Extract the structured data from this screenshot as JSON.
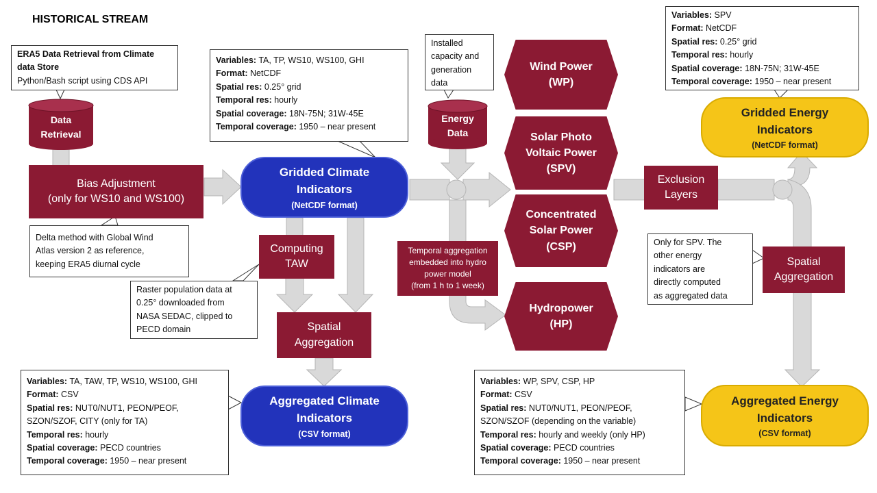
{
  "title": "HISTORICAL STREAM",
  "callouts": {
    "era5": {
      "line1": "ERA5 Data Retrieval from Climate",
      "line2": "data Store",
      "line3": "Python/Bash script using CDS API"
    },
    "gridded_climate": [
      {
        "label": "Variables:",
        "value": " TA, TP, WS10, WS100, GHI"
      },
      {
        "label": "Format:",
        "value": " NetCDF"
      },
      {
        "label": "Spatial res:",
        "value": " 0.25° grid"
      },
      {
        "label": "Temporal res:",
        "value": " hourly"
      },
      {
        "label": "Spatial coverage:",
        "value": " 18N-75N; 31W-45E"
      },
      {
        "label": "Temporal coverage:",
        "value": " 1950 – near present"
      }
    ],
    "installed": [
      "Installed",
      "capacity and",
      "generation",
      "data"
    ],
    "gridded_energy": [
      {
        "label": "Variables:",
        "value": " SPV"
      },
      {
        "label": "Format:",
        "value": " NetCDF"
      },
      {
        "label": "Spatial res:",
        "value": " 0.25° grid"
      },
      {
        "label": "Temporal res:",
        "value": " hourly"
      },
      {
        "label": "Spatial coverage:",
        "value": " 18N-75N; 31W-45E"
      },
      {
        "label": "Temporal coverage:",
        "value": " 1950 – near present"
      }
    ],
    "delta": [
      "Delta method with Global Wind",
      "Atlas version 2 as reference,",
      "keeping ERA5 diurnal cycle"
    ],
    "raster": [
      "Raster population data at",
      "0.25° downloaded from",
      "NASA SEDAC, clipped to",
      "PECD domain"
    ],
    "spv_only": [
      "Only for SPV. The",
      "other energy",
      "indicators are",
      "directly computed",
      "as aggregated data"
    ],
    "aggregated_climate": [
      {
        "label": "Variables:",
        "value": " TA, TAW, TP, WS10, WS100, GHI"
      },
      {
        "label": "Format:",
        "value": " CSV"
      },
      {
        "label": "Spatial res:",
        "value": " NUT0/NUT1, PEON/PEOF,"
      },
      {
        "label": "",
        "value": "SZON/SZOF, CITY (only for TA)"
      },
      {
        "label": "Temporal res:",
        "value": " hourly"
      },
      {
        "label": "Spatial coverage:",
        "value": " PECD countries"
      },
      {
        "label": "Temporal coverage:",
        "value": " 1950 – near present"
      }
    ],
    "aggregated_energy": [
      {
        "label": "Variables:",
        "value": " WP, SPV, CSP, HP"
      },
      {
        "label": "Format:",
        "value": " CSV"
      },
      {
        "label": "Spatial res:",
        "value": " NUT0/NUT1, PEON/PEOF,"
      },
      {
        "label": "",
        "value": "SZON/SZOF (depending on the variable)"
      },
      {
        "label": "Temporal res:",
        "value": " hourly and weekly (only HP)"
      },
      {
        "label": "Spatial coverage:",
        "value": " PECD countries"
      },
      {
        "label": "Temporal coverage:",
        "value": " 1950 – near present"
      }
    ]
  },
  "nodes": {
    "data_retrieval": [
      "Data",
      "Retrieval"
    ],
    "energy_data": [
      "Energy",
      "Data"
    ],
    "bias_adjustment": [
      "Bias Adjustment",
      "(only for WS10 and WS100)"
    ],
    "gridded_climate": {
      "title": [
        "Gridded Climate",
        "Indicators"
      ],
      "format": "(NetCDF format)"
    },
    "computing_taw": [
      "Computing",
      "TAW"
    ],
    "spatial_agg_climate": [
      "Spatial",
      "Aggregation"
    ],
    "aggregated_climate": {
      "title": [
        "Aggregated Climate",
        "Indicators"
      ],
      "format": "(CSV format)"
    },
    "temporal_agg": [
      "Temporal aggregation",
      "embedded into hydro",
      "power model",
      "(from 1 h to 1 week)"
    ],
    "wind_power": [
      "Wind Power",
      "(WP)"
    ],
    "solar_pv": [
      "Solar Photo",
      "Voltaic Power",
      "(SPV)"
    ],
    "csp": [
      "Concentrated",
      "Solar Power",
      "(CSP)"
    ],
    "hydropower": [
      "Hydropower",
      "(HP)"
    ],
    "exclusion": [
      "Exclusion",
      "Layers"
    ],
    "spatial_agg_energy": [
      "Spatial",
      "Aggregation"
    ],
    "gridded_energy": {
      "title": [
        "Gridded Energy",
        "Indicators"
      ],
      "format": "(NetCDF format)"
    },
    "aggregated_energy": {
      "title": [
        "Aggregated Energy",
        "Indicators"
      ],
      "format": "(CSV format)"
    }
  },
  "colors": {
    "node_red": "#8b1a33",
    "climate_blue": "#2233bb",
    "energy_gold": "#f5c518",
    "arrow_gray": "#d9d9d9"
  }
}
